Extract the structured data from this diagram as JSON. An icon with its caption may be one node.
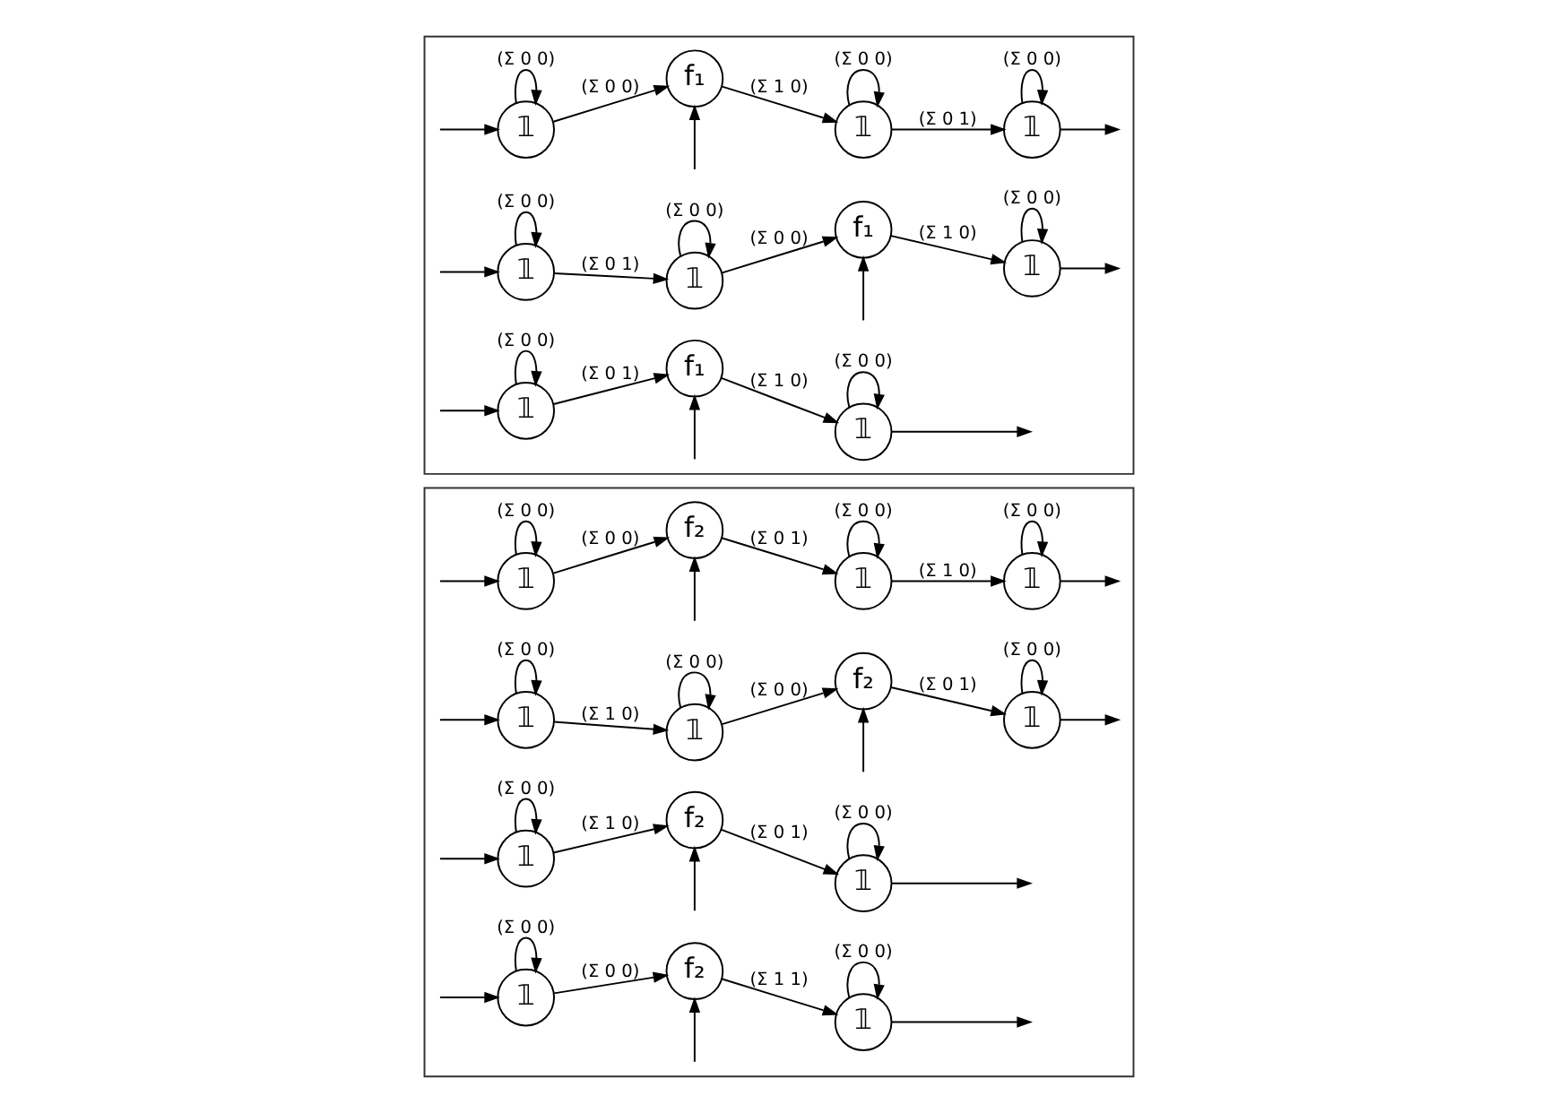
{
  "diagram": {
    "nodes": [
      {
        "text": [],
        "shape": "box"
      },
      {
        "text": [
          "𝟙"
        ],
        "in": 0
      },
      {
        "text": [
          "f₁"
        ],
        "in": 0
      },
      {
        "text": [
          "𝟙"
        ],
        "in": 0
      },
      {
        "text": [
          "𝟙"
        ],
        "in": 0
      },
      {
        "text": [
          "𝟙"
        ],
        "in": 0
      },
      {
        "text": [
          "f₁"
        ],
        "in": 0
      },
      {
        "text": [
          "𝟙"
        ],
        "in": 0
      },
      {
        "text": [
          "𝟙"
        ],
        "in": 0
      },
      {
        "text": [
          "f₁"
        ],
        "in": 0
      },
      {
        "text": [
          "𝟙"
        ],
        "in": 0
      },
      {
        "text": [
          "𝟙"
        ],
        "in": 0
      },
      {
        "text": [],
        "shape": "box"
      },
      {
        "text": [
          "𝟙"
        ],
        "in": 12
      },
      {
        "text": [
          "f₂"
        ],
        "in": 12
      },
      {
        "text": [
          "𝟙"
        ],
        "in": 12
      },
      {
        "text": [
          "𝟙"
        ],
        "in": 12
      },
      {
        "text": [
          "f₂"
        ],
        "in": 12
      },
      {
        "text": [
          "𝟙"
        ],
        "in": 12
      },
      {
        "text": [
          "𝟙"
        ],
        "in": 12
      },
      {
        "text": [
          "𝟙"
        ],
        "in": 12
      },
      {
        "text": [
          "f₂"
        ],
        "in": 12
      },
      {
        "text": [
          "𝟙"
        ],
        "in": 12
      },
      {
        "text": [
          "𝟙"
        ],
        "in": 12
      },
      {
        "text": [
          "f₂"
        ],
        "in": 12
      },
      {
        "text": [
          "𝟙"
        ],
        "in": 12
      },
      {
        "text": [
          "𝟙"
        ],
        "in": 12
      }
    ],
    "edges": [
      {
        "from": null,
        "to": 1,
        "arrow": "to"
      },
      {
        "from": 1,
        "to": 1,
        "arrow": "to",
        "label": "(Σ 0 0)"
      },
      {
        "from": 1,
        "to": 2,
        "arrow": "to",
        "label": "(Σ 0 1)"
      },
      {
        "from": null,
        "to": 2,
        "arrow": "to"
      },
      {
        "from": 2,
        "to": 3,
        "arrow": "to",
        "label": "(Σ 1 0)"
      },
      {
        "from": 3,
        "to": 3,
        "arrow": "to",
        "label": "(Σ 0 0)"
      },
      {
        "from": 3,
        "to": null,
        "arrow": "to"
      },
      {
        "from": null,
        "to": 4,
        "arrow": "to"
      },
      {
        "from": 4,
        "to": 4,
        "arrow": "to",
        "label": "(Σ 0 0)"
      },
      {
        "from": 4,
        "to": 5,
        "arrow": "to",
        "label": "(Σ 0 1)"
      },
      {
        "from": 5,
        "to": 5,
        "arrow": "to",
        "label": "(Σ 0 0)"
      },
      {
        "from": 5,
        "to": 6,
        "arrow": "to",
        "label": "(Σ 0 0)"
      },
      {
        "from": null,
        "to": 6,
        "arrow": "to"
      },
      {
        "from": 6,
        "to": 7,
        "arrow": "to",
        "label": "(Σ 1 0)"
      },
      {
        "from": 7,
        "to": 7,
        "arrow": "to",
        "label": "(Σ 0 0)"
      },
      {
        "from": 7,
        "to": null,
        "arrow": "to"
      },
      {
        "from": null,
        "to": 8,
        "arrow": "to"
      },
      {
        "from": 8,
        "to": 8,
        "arrow": "to",
        "label": "(Σ 0 0)"
      },
      {
        "from": 8,
        "to": 9,
        "arrow": "to",
        "label": "(Σ 0 0)"
      },
      {
        "from": null,
        "to": 9,
        "arrow": "to"
      },
      {
        "from": 9,
        "to": 10,
        "arrow": "to",
        "label": "(Σ 1 0)"
      },
      {
        "from": 10,
        "to": 10,
        "arrow": "to",
        "label": "(Σ 0 0)"
      },
      {
        "from": 10,
        "to": 11,
        "arrow": "to",
        "label": "(Σ 0 1)"
      },
      {
        "from": 11,
        "to": 11,
        "arrow": "to",
        "label": "(Σ 0 0)"
      },
      {
        "from": 11,
        "to": null,
        "arrow": "to"
      },
      {
        "from": null,
        "to": 13,
        "arrow": "to"
      },
      {
        "from": 13,
        "to": 13,
        "arrow": "to",
        "label": "(Σ 0 0)"
      },
      {
        "from": 13,
        "to": 14,
        "arrow": "to",
        "label": "(Σ 0 0)"
      },
      {
        "from": null,
        "to": 14,
        "arrow": "to"
      },
      {
        "from": 14,
        "to": 15,
        "arrow": "to",
        "label": "(Σ 1 1)"
      },
      {
        "from": 15,
        "to": 15,
        "arrow": "to",
        "label": "(Σ 0 0)"
      },
      {
        "from": 15,
        "to": null,
        "arrow": "to"
      },
      {
        "from": null,
        "to": 16,
        "arrow": "to"
      },
      {
        "from": 16,
        "to": 16,
        "arrow": "to",
        "label": "(Σ 0 0)"
      },
      {
        "from": 16,
        "to": 17,
        "arrow": "to",
        "label": "(Σ 1 0)"
      },
      {
        "from": null,
        "to": 17,
        "arrow": "to"
      },
      {
        "from": 17,
        "to": 18,
        "arrow": "to",
        "label": "(Σ 0 1)"
      },
      {
        "from": 18,
        "to": 18,
        "arrow": "to",
        "label": "(Σ 0 0)"
      },
      {
        "from": 18,
        "to": null,
        "arrow": "to"
      },
      {
        "from": null,
        "to": 19,
        "arrow": "to"
      },
      {
        "from": 19,
        "to": 19,
        "arrow": "to",
        "label": "(Σ 0 0)"
      },
      {
        "from": 19,
        "to": 20,
        "arrow": "to",
        "label": "(Σ 1 0)"
      },
      {
        "from": 20,
        "to": 20,
        "arrow": "to",
        "label": "(Σ 0 0)"
      },
      {
        "from": 20,
        "to": 21,
        "arrow": "to",
        "label": "(Σ 0 0)"
      },
      {
        "from": null,
        "to": 21,
        "arrow": "to"
      },
      {
        "from": 21,
        "to": 22,
        "arrow": "to",
        "label": "(Σ 0 1)"
      },
      {
        "from": 22,
        "to": 22,
        "arrow": "to",
        "label": "(Σ 0 0)"
      },
      {
        "from": 22,
        "to": null,
        "arrow": "to"
      },
      {
        "from": null,
        "to": 23,
        "arrow": "to"
      },
      {
        "from": 23,
        "to": 23,
        "arrow": "to",
        "label": "(Σ 0 0)"
      },
      {
        "from": 23,
        "to": 24,
        "arrow": "to",
        "label": "(Σ 0 0)"
      },
      {
        "from": null,
        "to": 24,
        "arrow": "to"
      },
      {
        "from": 24,
        "to": 25,
        "arrow": "to",
        "label": "(Σ 0 1)"
      },
      {
        "from": 25,
        "to": 25,
        "arrow": "to",
        "label": "(Σ 0 0)"
      },
      {
        "from": 25,
        "to": 26,
        "arrow": "to",
        "label": "(Σ 1 0)"
      },
      {
        "from": 26,
        "to": 26,
        "arrow": "to",
        "label": "(Σ 0 0)"
      },
      {
        "from": 26,
        "to": null,
        "arrow": "to"
      }
    ]
  }
}
